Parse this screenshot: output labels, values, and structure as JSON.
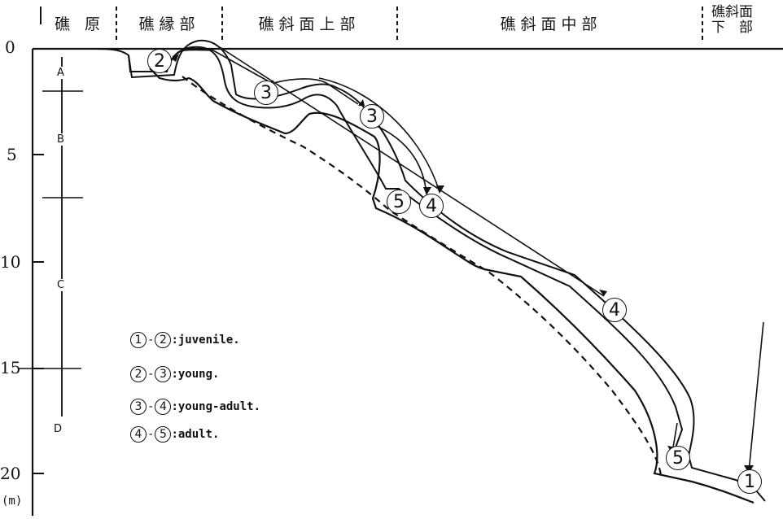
{
  "zones": [
    "礁 原",
    "礁縁部",
    "礁斜面上部",
    "礁斜面中部"
  ],
  "zone_last": [
    "礁斜面",
    "下　部"
  ],
  "y_axis": {
    "ticks": [
      "0",
      "5",
      "10",
      "15",
      "20"
    ],
    "unit": "(m)"
  },
  "depth_segments": [
    "A",
    "B",
    "C",
    "D"
  ],
  "legend": [
    {
      "from": "1",
      "to": "2",
      "label": ":juvenile."
    },
    {
      "from": "2",
      "to": "3",
      "label": ":young."
    },
    {
      "from": "3",
      "to": "4",
      "label": ":young-adult."
    },
    {
      "from": "4",
      "to": "5",
      "label": ":adult."
    }
  ],
  "markers": [
    "2",
    "3",
    "3",
    "4",
    "4",
    "5",
    "5",
    "1"
  ]
}
